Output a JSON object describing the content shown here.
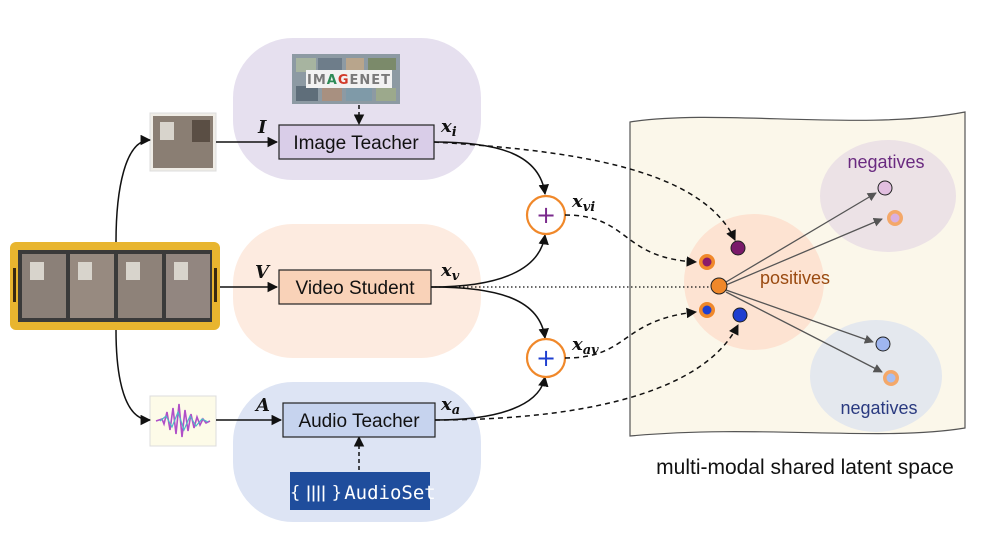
{
  "teachers": {
    "image": {
      "label": "Image Teacher",
      "input_symbol": "I",
      "output_symbol": "x",
      "output_sub": "i"
    },
    "audio": {
      "label": "Audio Teacher",
      "input_symbol": "A",
      "output_symbol": "x",
      "output_sub": "a"
    }
  },
  "student": {
    "label": "Video Student",
    "input_symbol": "V",
    "output_symbol": "x",
    "output_sub": "v"
  },
  "fusion": {
    "vi": {
      "symbol": "x",
      "sub": "vi",
      "operator": "+"
    },
    "av": {
      "symbol": "x",
      "sub": "av",
      "operator": "+"
    }
  },
  "datasets": {
    "imagenet": {
      "letters": [
        "I",
        "M",
        "A",
        "G",
        "E",
        "N",
        "E",
        "T"
      ]
    },
    "audioset": {
      "braces": "{ ǀǀǀǀ }",
      "name": "AudioSet"
    }
  },
  "latent_space": {
    "caption": "multi-modal shared latent space",
    "positives_label": "positives",
    "negatives_top_label": "negatives",
    "negatives_bottom_label": "negatives"
  },
  "colors": {
    "image_purple": "#7a2a8c",
    "audio_blue": "#1f3fd0",
    "anchor_orange": "#f0882a",
    "positives_text": "#9a4a10",
    "negatives_top_text": "#6a2a80",
    "negatives_bottom_text": "#2a3a80",
    "imagenet_group_bg": "#e6e0ef",
    "video_group_bg": "#fdebe0",
    "audio_group_bg": "#dde4f4",
    "positives_bg": "#fde3d2",
    "negatives_top_bg": "#ece2e6",
    "negatives_bottom_bg": "#e4e8ee",
    "paper_bg": "#fbf7ea",
    "audioset_bg": "#1f4d9c"
  }
}
